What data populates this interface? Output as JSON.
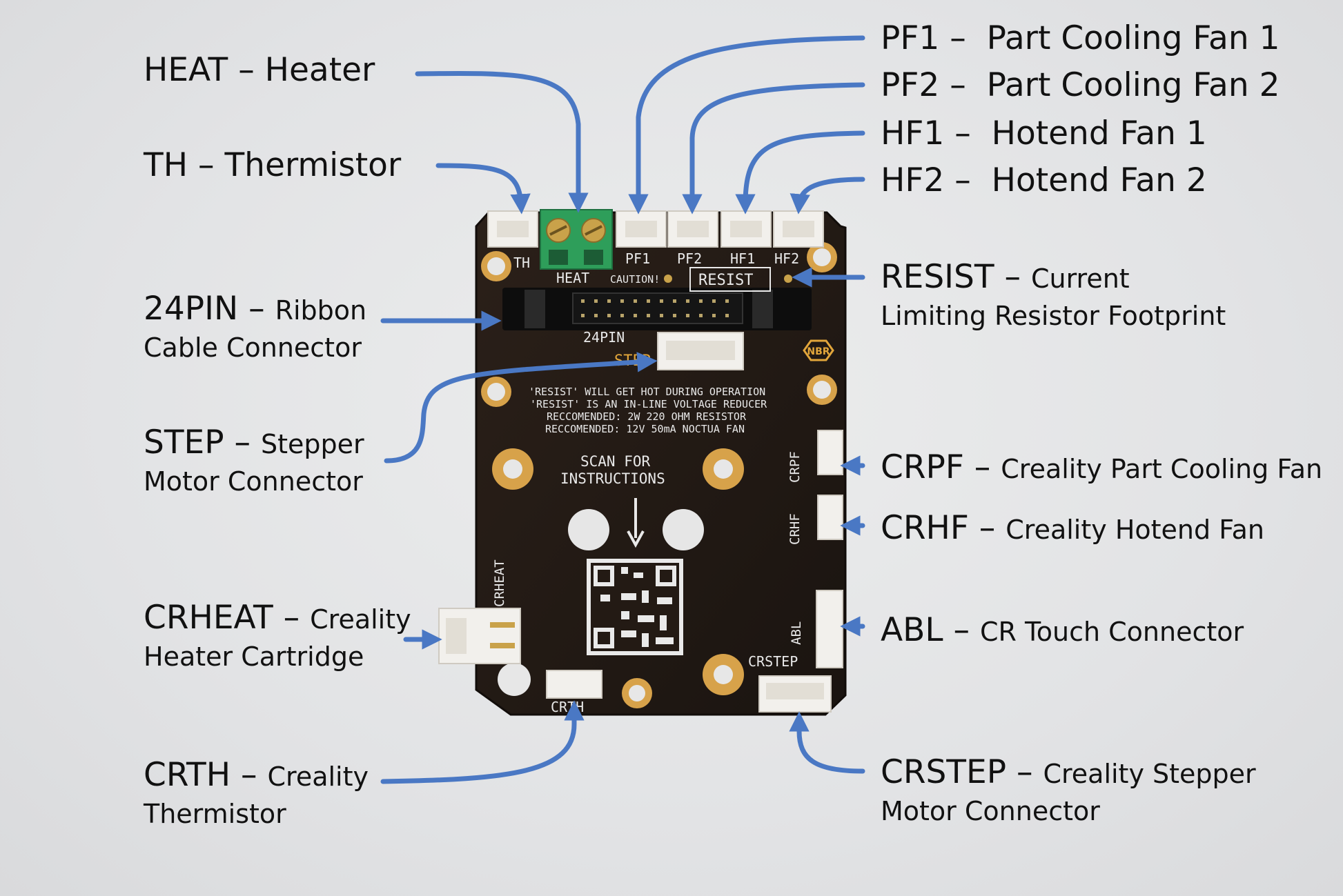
{
  "labels": {
    "heat": {
      "code": "HEAT",
      "sep": " – ",
      "desc": "Heater"
    },
    "th": {
      "code": "TH",
      "sep": " – ",
      "desc": "Thermistor"
    },
    "pin24": {
      "code": "24PIN",
      "sep": " – ",
      "desc": "Ribbon",
      "line2": "Cable Connector"
    },
    "step": {
      "code": "STEP",
      "sep": " – ",
      "desc": "Stepper",
      "line2": "Motor Connector"
    },
    "crheat": {
      "code": "CRHEAT",
      "sep": " – ",
      "desc": "Creality",
      "line2": "Heater Cartridge"
    },
    "crth": {
      "code": "CRTH",
      "sep": " – ",
      "desc": "Creality",
      "line2": "Thermistor"
    },
    "pf1": {
      "code": "PF1",
      "sep": " –  ",
      "desc": "Part Cooling Fan 1"
    },
    "pf2": {
      "code": "PF2",
      "sep": " –  ",
      "desc": "Part Cooling Fan 2"
    },
    "hf1": {
      "code": "HF1",
      "sep": " –  ",
      "desc": "Hotend Fan 1"
    },
    "hf2": {
      "code": "HF2",
      "sep": " –  ",
      "desc": "Hotend Fan 2"
    },
    "resist": {
      "code": "RESIST",
      "sep": " – ",
      "desc": "Current",
      "line2": "Limiting Resistor Footprint"
    },
    "crpf": {
      "code": "CRPF",
      "sep": " – ",
      "desc": "Creality Part Cooling Fan"
    },
    "crhf": {
      "code": "CRHF",
      "sep": " – ",
      "desc": "Creality Hotend Fan"
    },
    "abl": {
      "code": "ABL",
      "sep": " – ",
      "desc": "CR Touch Connector"
    },
    "crstep": {
      "code": "CRSTEP",
      "sep": " – ",
      "desc": "Creality Stepper",
      "line2": "Motor Connector"
    }
  },
  "board": {
    "silk": {
      "th": "TH",
      "heat": "HEAT",
      "pf1": "PF1",
      "pf2": "PF2",
      "hf1": "HF1",
      "hf2": "HF2",
      "caution": "CAUTION!",
      "resist": "RESIST",
      "pin24": "24PIN",
      "step": "STEP",
      "note1": "'RESIST' WILL GET HOT DURING OPERATION",
      "note2": "'RESIST' IS AN IN-LINE VOLTAGE REDUCER",
      "note3": "RECCOMENDED: 2W 220 OHM RESISTOR",
      "note4": "RECCOMENDED: 12V 50mA NOCTUA FAN",
      "scan1": "SCAN FOR",
      "scan2": "INSTRUCTIONS",
      "crpf": "CRPF",
      "crhf": "CRHF",
      "abl": "ABL",
      "crstep": "CRSTEP",
      "crheat": "CRHEAT",
      "crth": "CRTH",
      "logo": "NBR"
    }
  },
  "colors": {
    "arrow": "#4a78c4",
    "pcb": "#231a14",
    "silkscreen": "#e9e9e9",
    "terminal": "#2e9e5a",
    "connector": "#f2f0ec",
    "pad": "#d7a24a"
  }
}
